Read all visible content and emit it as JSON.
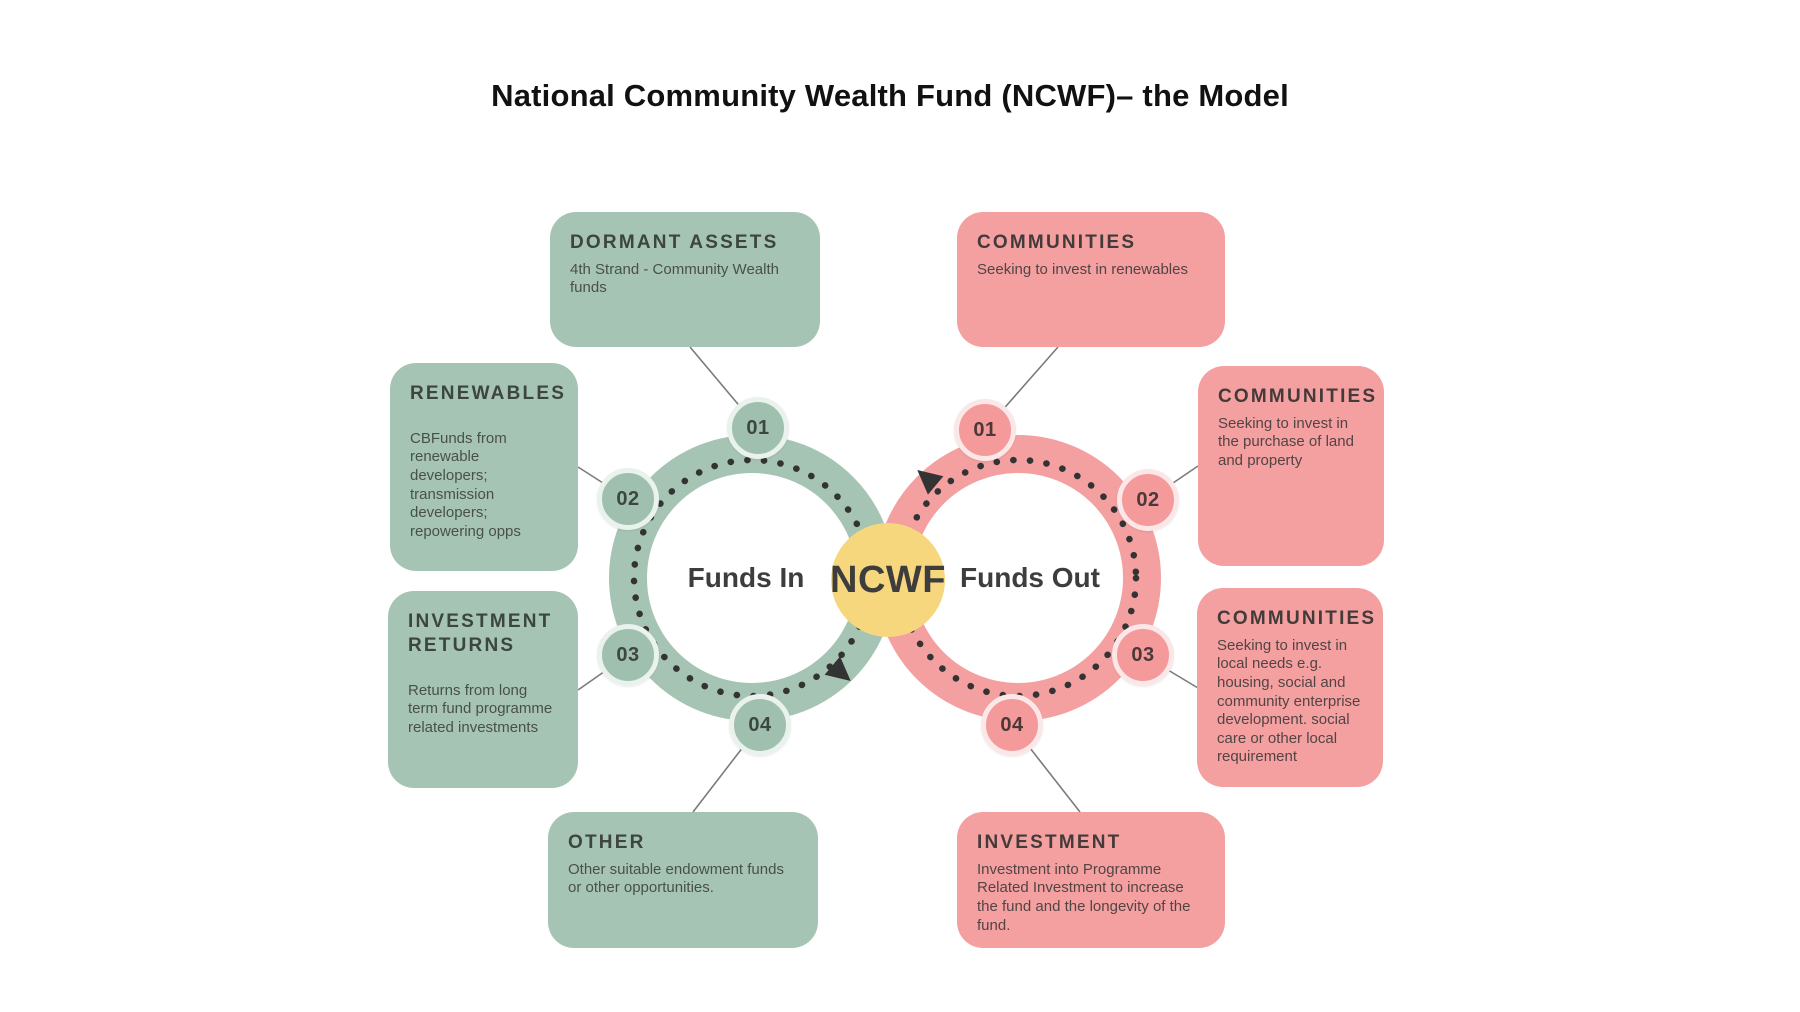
{
  "title": "National Community Wealth Fund (NCWF)– the Model",
  "hub": {
    "label": "NCWF"
  },
  "rings": {
    "funds_in": {
      "label": "Funds In",
      "steps": [
        {
          "number": "01",
          "heading": "DORMANT ASSETS",
          "body": "4th Strand - Community Wealth funds"
        },
        {
          "number": "02",
          "heading": "RENEWABLES",
          "body": "CBFunds from renewable developers; transmission developers; repowering opps"
        },
        {
          "number": "03",
          "heading": "INVESTMENT RETURNS",
          "body": "Returns from long term fund programme related investments"
        },
        {
          "number": "04",
          "heading": "OTHER",
          "body": "Other suitable endowment funds or other opportunities."
        }
      ]
    },
    "funds_out": {
      "label": "Funds Out",
      "steps": [
        {
          "number": "01",
          "heading": "COMMUNITIES",
          "body": "Seeking to invest in renewables"
        },
        {
          "number": "02",
          "heading": "COMMUNITIES",
          "body": "Seeking to invest in the purchase of land and property"
        },
        {
          "number": "03",
          "heading": "COMMUNITIES",
          "body": "Seeking to invest in local needs e.g. housing, social and community enterprise development. social care or other local requirement"
        },
        {
          "number": "04",
          "heading": "INVESTMENT",
          "body": "Investment into Programme Related Investment to increase the fund and the longevity of the fund."
        }
      ]
    }
  },
  "colors": {
    "green": "#a6c4b3",
    "pink": "#f4a0a0",
    "yellow": "#f6d77e",
    "dark_text": "#3c4540",
    "dots": "#333333",
    "connector_line": "#7b7b7b"
  }
}
